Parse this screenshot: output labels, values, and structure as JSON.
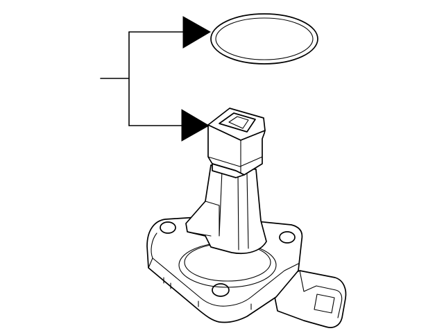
{
  "diagram": {
    "parts": [
      {
        "id": "o-ring",
        "label": ""
      },
      {
        "id": "oil-level-sensor",
        "label": ""
      }
    ],
    "callouts": [
      {
        "target": "o-ring",
        "label": ""
      },
      {
        "target": "oil-level-sensor",
        "label": ""
      }
    ],
    "colors": {
      "line": "#000000",
      "background": "#ffffff"
    }
  }
}
